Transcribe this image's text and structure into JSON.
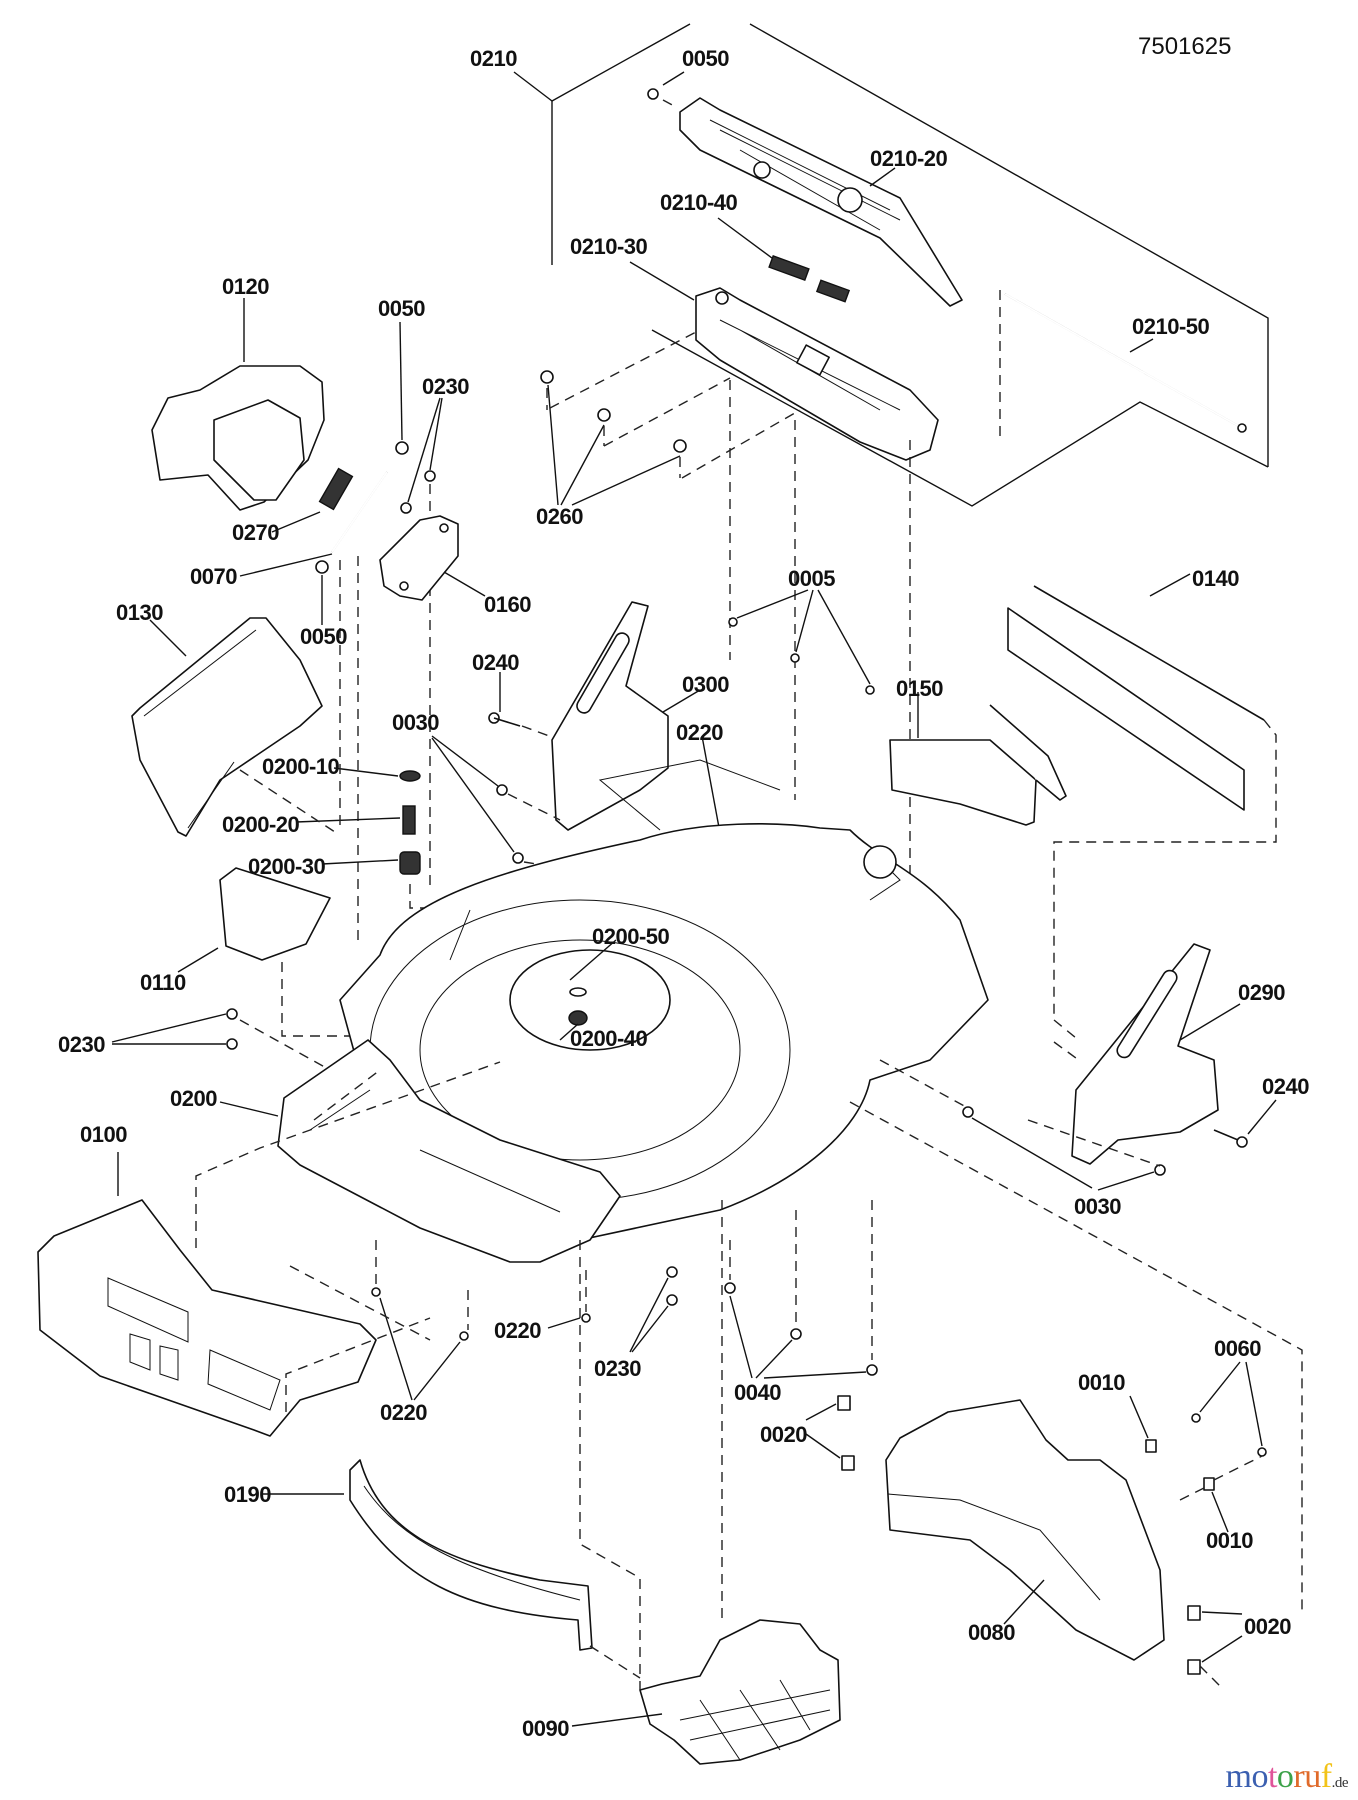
{
  "diagram": {
    "drawing_number": "7501625",
    "part_labels": {
      "p0210": "0210",
      "p0050_top": "0050",
      "p0210_20": "0210-20",
      "p0210_40": "0210-40",
      "p0210_30": "0210-30",
      "p0210_50": "0210-50",
      "p0120": "0120",
      "p0050_mid": "0050",
      "p0230_top": "0230",
      "p0260": "0260",
      "p0270": "0270",
      "p0070": "0070",
      "p0050_low": "0050",
      "p0160": "0160",
      "p0005": "0005",
      "p0140": "0140",
      "p0130": "0130",
      "p0240_left": "0240",
      "p0300": "0300",
      "p0150": "0150",
      "p0030_left": "0030",
      "p0220_top": "0220",
      "p0200_10": "0200-10",
      "p0200_20": "0200-20",
      "p0200_30": "0200-30",
      "p0110": "0110",
      "p0200_50": "0200-50",
      "p0290": "0290",
      "p0230_left": "0230",
      "p0200_40": "0200-40",
      "p0240_right": "0240",
      "p0200": "0200",
      "p0100": "0100",
      "p0030_right": "0030",
      "p0220_mid": "0220",
      "p0230_bottom": "0230",
      "p0040": "0040",
      "p0060": "0060",
      "p0010_top": "0010",
      "p0220_bottom": "0220",
      "p0020_left": "0020",
      "p0010_bottom": "0010",
      "p0190": "0190",
      "p0080": "0080",
      "p0020_right": "0020",
      "p0090": "0090"
    }
  },
  "watermark": {
    "letters": [
      "m",
      "o",
      "t",
      "o",
      "r",
      "u",
      "f"
    ],
    "letter_colors": [
      "#3b5fb0",
      "#3b5fb0",
      "#e0559a",
      "#3da24a",
      "#e06a2a",
      "#e06a2a",
      "#f2c318"
    ],
    "tld": ".de"
  }
}
